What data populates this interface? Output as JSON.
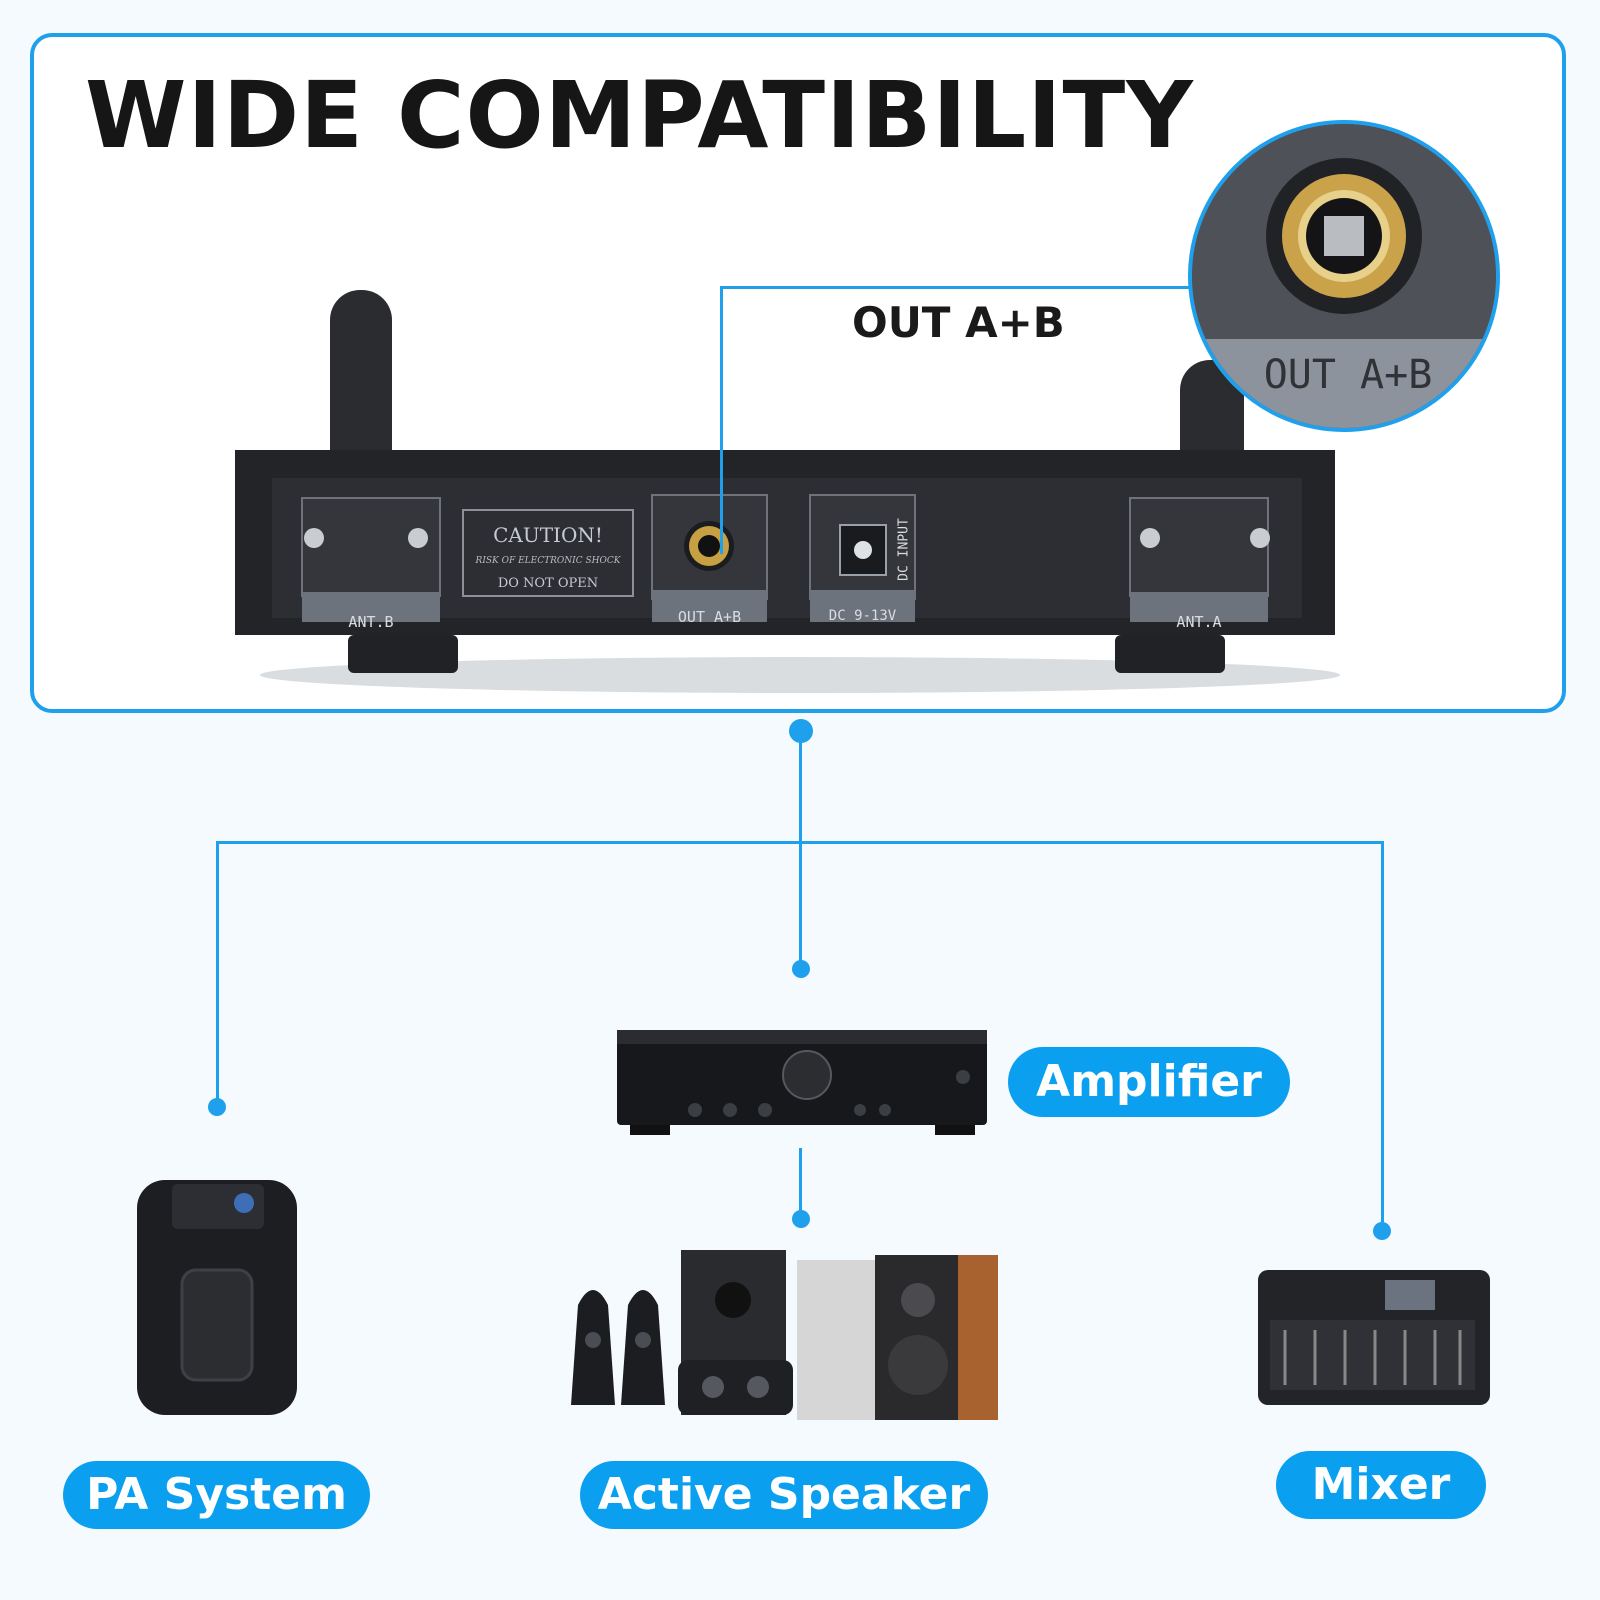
{
  "title": "WIDE COMPATIBILITY",
  "callout_label": "OUT A+B",
  "zoom_label": "OUT A+B",
  "receiver": {
    "ant_b": "ANT.B",
    "ant_a": "ANT.A",
    "out_port": "OUT A+B",
    "dc_port": "DC 9-13V",
    "dc_input": "DC INPUT",
    "caution_title": "CAUTION!",
    "caution_line1": "RISK OF ELECTRONIC SHOCK",
    "caution_line2": "DO NOT OPEN"
  },
  "devices": {
    "pa_system": "PA System",
    "active_speaker": "Active Speaker",
    "amplifier": "Amplifier",
    "mixer": "Mixer"
  },
  "colors": {
    "accent": "#1ea0ec",
    "pill": "#0b9ff0",
    "device": "#1b1d20"
  }
}
